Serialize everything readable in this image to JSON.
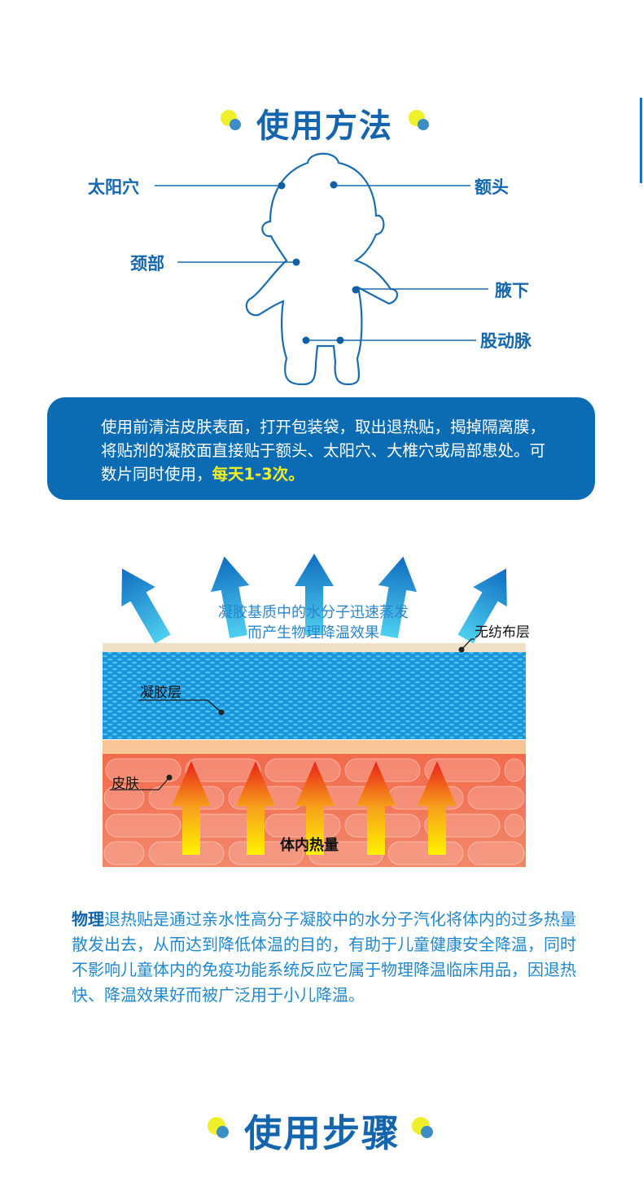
{
  "section1": {
    "title": "使用方法",
    "labels": {
      "temple": "太阳穴",
      "forehead": "额头",
      "neck": "颈部",
      "armpit": "腋下",
      "femoral_artery": "股动脉"
    },
    "instructions": "使用前清洁皮肤表面，打开包装袋，取出退热贴，揭掉隔离膜，将贴剂的凝胶面直接贴于额头、太阳穴、大椎穴或局部患处。可数片同时使用，",
    "instructions_highlight": "每天1-3次。"
  },
  "diagram": {
    "caption_line1": "凝胶基质中的水分子迅速蒸发",
    "caption_line2": "而产生物理降温效果",
    "nonwoven_label": "无纺布层",
    "gel_label": "凝胶层",
    "skin_label": "皮肤",
    "heat_label": "体内热量"
  },
  "description": {
    "lead": "物理",
    "text": "退热贴是通过亲水性高分子凝胶中的水分子汽化将体内的过多热量散发出去，从而达到降低体温的目的，有助于儿童健康安全降温，同时不影响儿童体内的免疫功能系统反应它属于物理降温临床用品，因退热快、降温效果好而被广泛用于小儿降温。"
  },
  "section2": {
    "title": "使用步骤"
  },
  "colors": {
    "brand_blue": "#1565ae",
    "box_blue": "#0b6cb4",
    "highlight_yellow": "#f5f020",
    "dot_yellow": "#eef02a"
  }
}
